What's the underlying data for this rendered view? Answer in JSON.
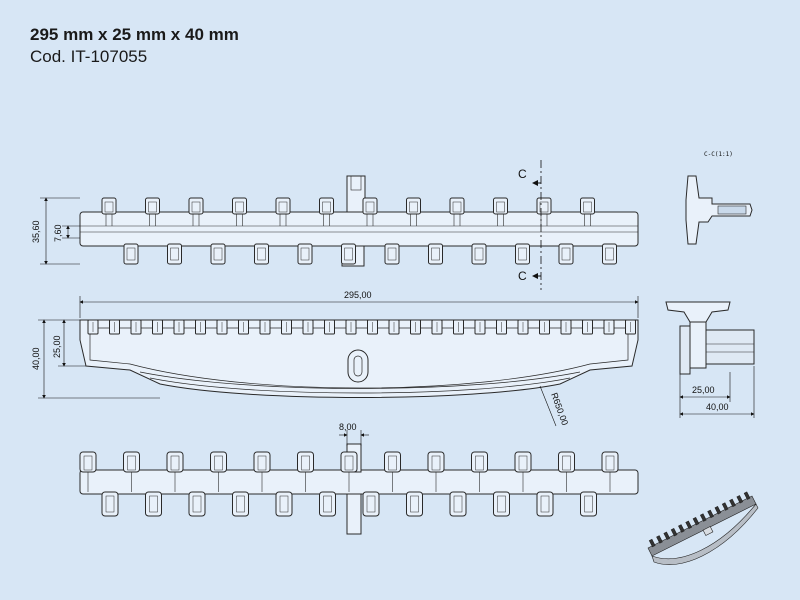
{
  "header": {
    "dimensions": "295 mm x 25 mm x 40 mm",
    "code": "Cod. IT-107055"
  },
  "section": {
    "marker_top": "C",
    "marker_bottom": "C",
    "detail_label": "C-C(1:1)"
  },
  "dimensions": {
    "height_total": "35,60",
    "height_inner": "7,60",
    "length": "295,00",
    "front_height": "40,00",
    "front_inner": "25,00",
    "radius": "R650,00",
    "side_inner": "25,00",
    "side_outer": "40,00",
    "tab_width": "8,00"
  },
  "colors": {
    "background": "#d7e6f5",
    "line": "#2a2a2a",
    "part_fill": "#e9f1fa"
  }
}
